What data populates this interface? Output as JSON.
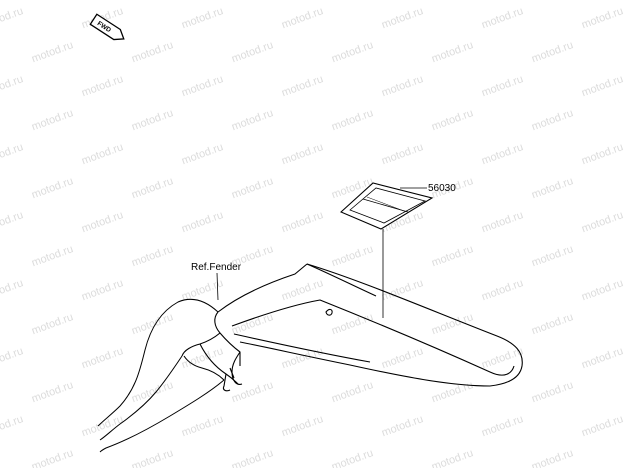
{
  "diagram": {
    "direction_badge": "FWD",
    "part_number": "56030",
    "reference_label": "Ref.Fender",
    "watermark": "motod.ru"
  },
  "colors": {
    "line": "#000000",
    "watermark": "#dcdcdc",
    "background": "#ffffff"
  }
}
